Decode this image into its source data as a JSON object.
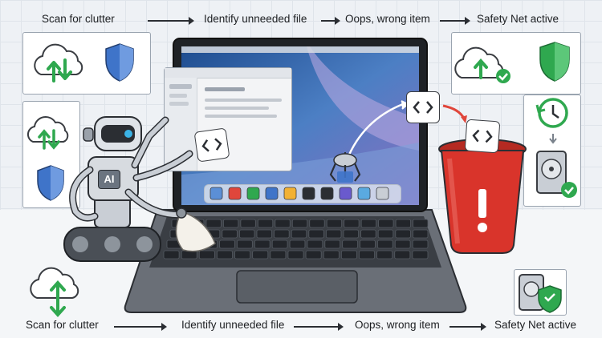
{
  "flow_top": {
    "step1": "Scan for clutter",
    "step2": "Identify unneeded file",
    "step3": "Oops, wrong item",
    "step4": "Safety Net active"
  },
  "flow_bottom": {
    "step1": "Scan for clutter",
    "step2": "Identify unneeded file",
    "step3": "Oops, wrong item",
    "step4": "Safety Net active"
  },
  "robot": {
    "chest_label": "AI"
  },
  "colors": {
    "accent_green": "#2fa84f",
    "shield_blue": "#3f74c9",
    "trash_red": "#d9342b",
    "arrow_red": "#e0463b"
  },
  "icons": [
    "cloud-sync-icon",
    "shield-icon",
    "code-file-icon",
    "trash-bin-icon",
    "restore-clock-icon",
    "hard-drive-icon",
    "claw-icon",
    "check-icon"
  ]
}
